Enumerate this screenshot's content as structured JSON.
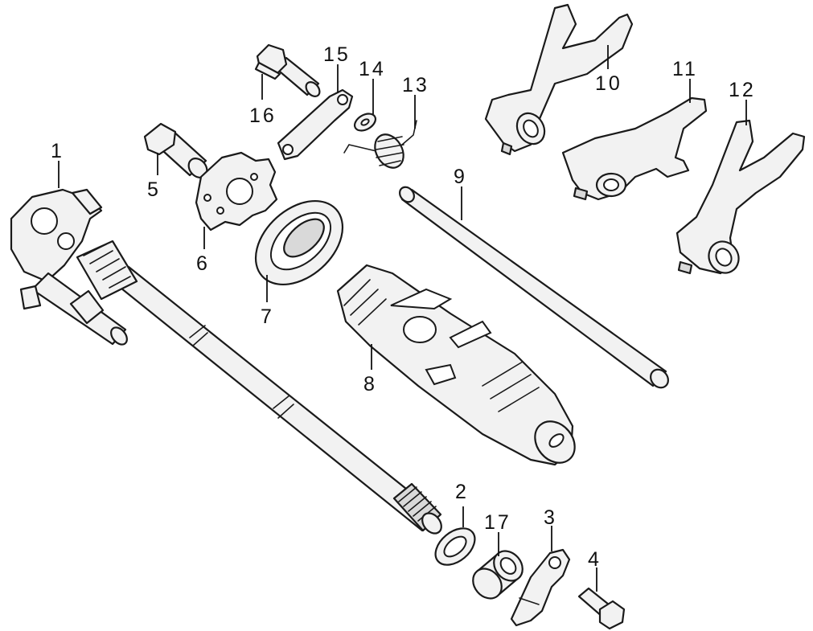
{
  "callouts": [
    {
      "id": "1",
      "label": "1"
    },
    {
      "id": "2",
      "label": "2"
    },
    {
      "id": "3",
      "label": "3"
    },
    {
      "id": "4",
      "label": "4"
    },
    {
      "id": "5",
      "label": "5"
    },
    {
      "id": "6",
      "label": "6"
    },
    {
      "id": "7",
      "label": "7"
    },
    {
      "id": "8",
      "label": "8"
    },
    {
      "id": "9",
      "label": "9"
    },
    {
      "id": "10",
      "label": "10"
    },
    {
      "id": "11",
      "label": "11"
    },
    {
      "id": "12",
      "label": "12"
    },
    {
      "id": "13",
      "label": "13"
    },
    {
      "id": "14",
      "label": "14"
    },
    {
      "id": "15",
      "label": "15"
    },
    {
      "id": "16",
      "label": "16"
    },
    {
      "id": "17",
      "label": "17"
    }
  ],
  "colors": {
    "line": "#1a1a1a",
    "fill": "#f2f2f2",
    "shade": "#d9d9d9",
    "background": "#ffffff"
  }
}
